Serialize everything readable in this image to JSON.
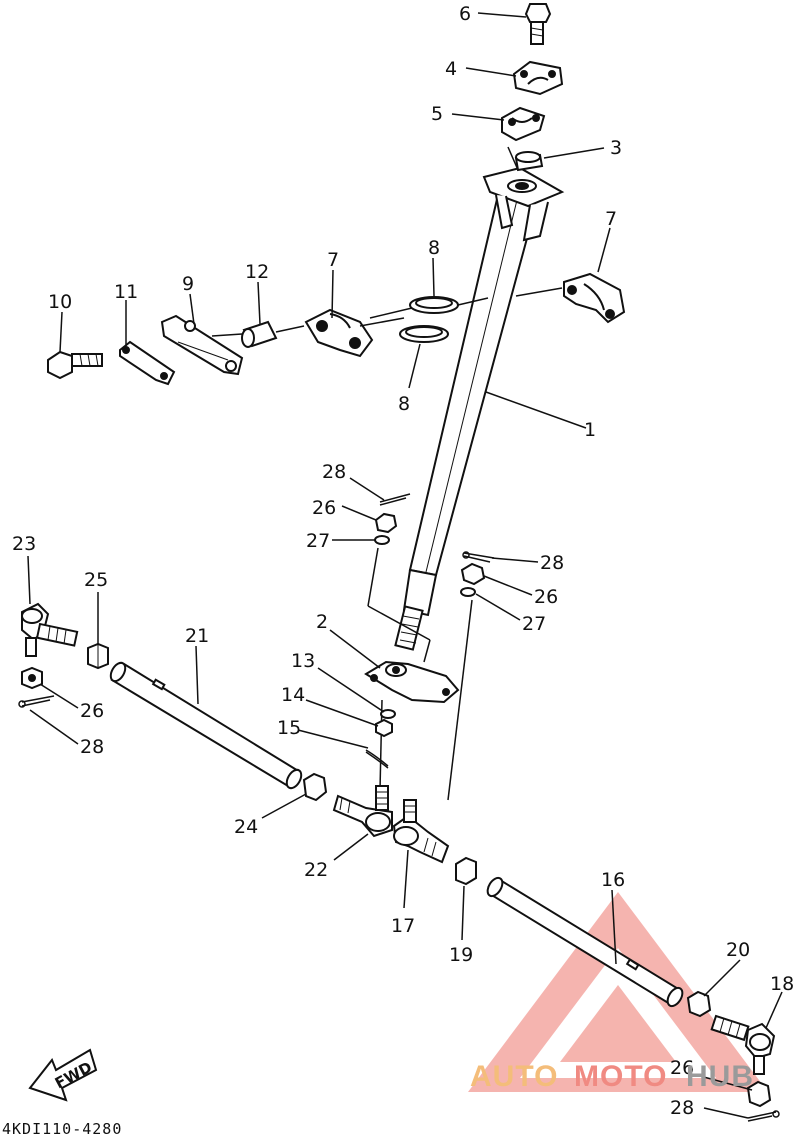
{
  "diagram": {
    "part_code": "4KDI110-4280",
    "fwd_label": "FWD",
    "callouts": {
      "c1": "1",
      "c2": "2",
      "c3": "3",
      "c4": "4",
      "c5": "5",
      "c6": "6",
      "c7a": "7",
      "c7b": "7",
      "c8a": "8",
      "c8b": "8",
      "c9": "9",
      "c10": "10",
      "c11": "11",
      "c12": "12",
      "c13": "13",
      "c14": "14",
      "c15": "15",
      "c16": "16",
      "c17": "17",
      "c18": "18",
      "c19": "19",
      "c20": "20",
      "c21": "21",
      "c22": "22",
      "c23": "23",
      "c24": "24",
      "c25": "25",
      "c26a": "26",
      "c26b": "26",
      "c26c": "26",
      "c26d": "26",
      "c27a": "27",
      "c27b": "27",
      "c28a": "28",
      "c28b": "28",
      "c28c": "28",
      "c28d": "28"
    },
    "watermark": {
      "part1": "AUTO",
      "part2": "MOTO",
      "part3": "HUB",
      "color_red": "#f08a82",
      "color_orange": "#f4bd7a",
      "color_gray": "#9a9a9a"
    }
  }
}
